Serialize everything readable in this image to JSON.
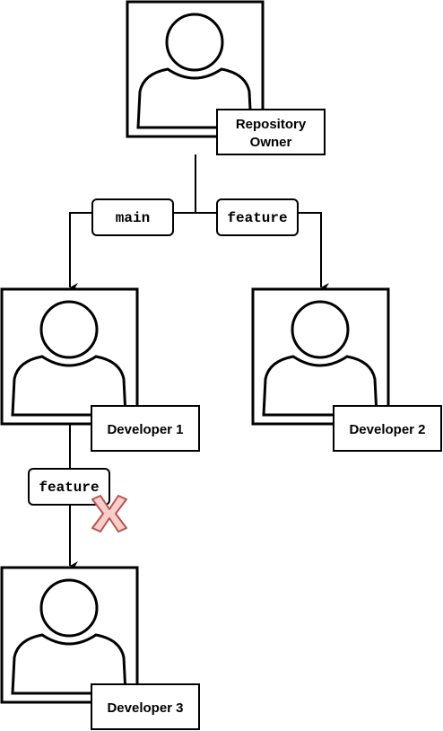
{
  "nodes": {
    "owner": {
      "label_line1": "Repository",
      "label_line2": "Owner"
    },
    "dev1": {
      "label": "Developer 1"
    },
    "dev2": {
      "label": "Developer 2"
    },
    "dev3": {
      "label": "Developer 3"
    }
  },
  "edges": {
    "owner_to_dev1": {
      "label": "main"
    },
    "owner_to_dev2": {
      "label": "feature"
    },
    "dev1_to_dev3": {
      "label": "feature",
      "blocked": true
    }
  },
  "colors": {
    "stroke": "#000000",
    "blocked_mark_fill": "#f8cecc",
    "blocked_mark_stroke": "#b85450"
  }
}
